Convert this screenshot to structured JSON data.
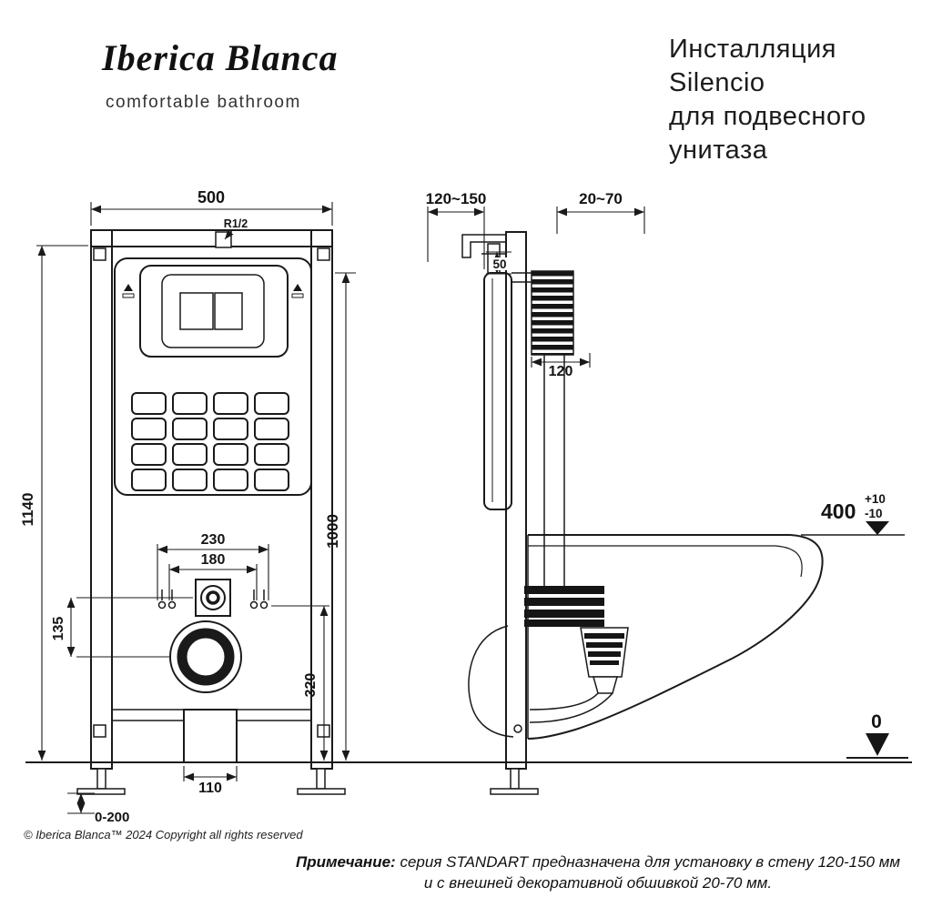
{
  "brand": {
    "name": "Iberica Blanca",
    "tagline": "comfortable bathroom",
    "copyright": "© Iberica Blanca™ 2024 Copyright all rights reserved"
  },
  "title": {
    "lines": [
      "Инсталляция",
      "Silencio",
      "для подвесного",
      "унитаза"
    ]
  },
  "note": {
    "label": "Примечание:",
    "line1": "серия STANDART предназначена для установку в стену 120-150 мм",
    "line2": "и с внешней декоративной обшивкой 20-70 мм."
  },
  "dims": {
    "front_width": "500",
    "total_height": "1140",
    "frame_height": "1000",
    "fixing_outer": "230",
    "fixing_inner": "180",
    "fixing_to_drain": "135",
    "drain_height": "320",
    "outlet_width": "110",
    "leg_range": "0-200",
    "inlet_thread": "R1/2",
    "wall_depth": "120~150",
    "cladding": "20~70",
    "top_gap": "50",
    "pipe_width": "120",
    "rim_height": "400",
    "rim_tol_plus": "+10",
    "rim_tol_minus": "-10",
    "floor": "0"
  },
  "colors": {
    "line": "#1a1a1a",
    "bg": "#ffffff"
  }
}
